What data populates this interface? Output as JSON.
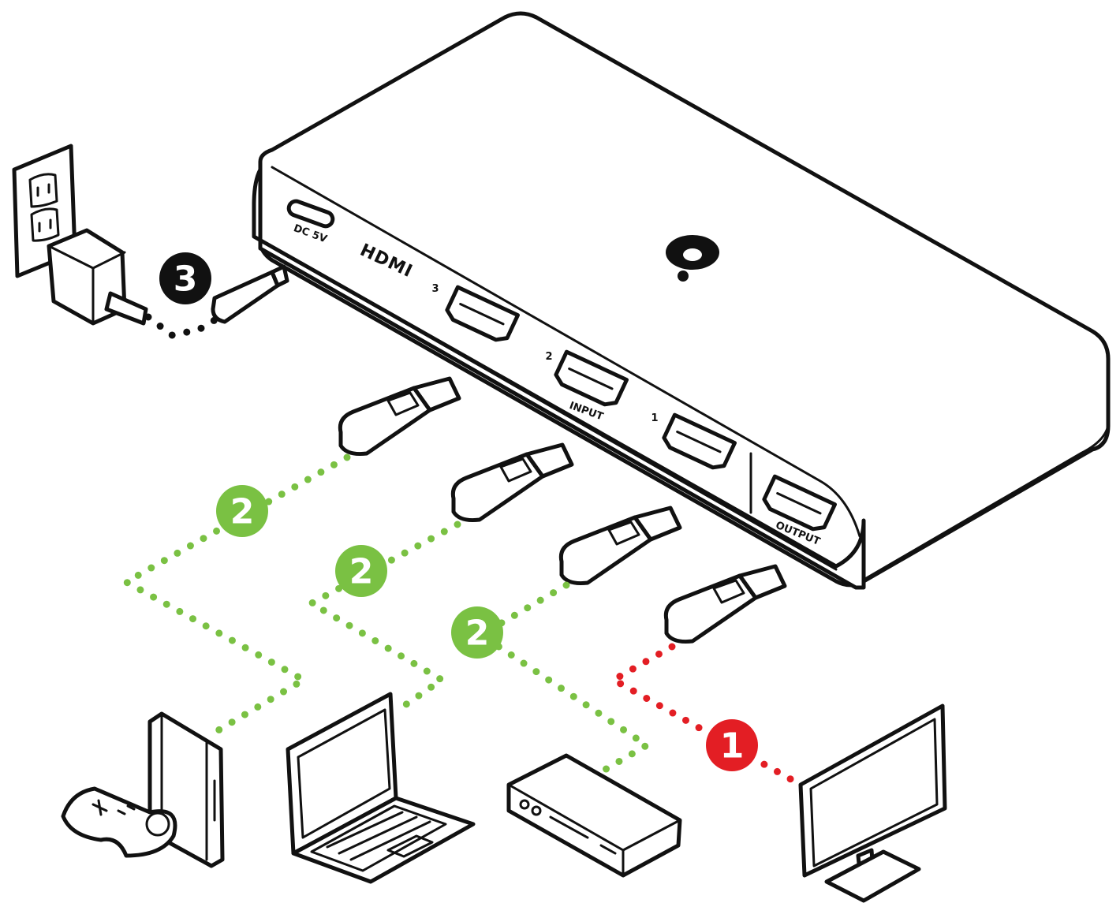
{
  "colors": {
    "step_power": "#111111",
    "step_input": "#7ac143",
    "step_output": "#e31e24",
    "outline": "#111111"
  },
  "switch": {
    "brand": "HDMI",
    "power_port_label": "DC 5V",
    "inputs_label": "INPUT",
    "output_label": "OUTPUT",
    "port_numbers": [
      "3",
      "2",
      "1"
    ]
  },
  "badges": [
    {
      "id": "power",
      "label": "3"
    },
    {
      "id": "input-a",
      "label": "2"
    },
    {
      "id": "input-b",
      "label": "2"
    },
    {
      "id": "input-c",
      "label": "2"
    },
    {
      "id": "output",
      "label": "1"
    }
  ],
  "devices": [
    {
      "id": "game-console",
      "icon": "game-console-icon"
    },
    {
      "id": "laptop",
      "icon": "laptop-icon"
    },
    {
      "id": "media-box",
      "icon": "set-top-box-icon"
    },
    {
      "id": "monitor",
      "icon": "monitor-icon"
    }
  ]
}
